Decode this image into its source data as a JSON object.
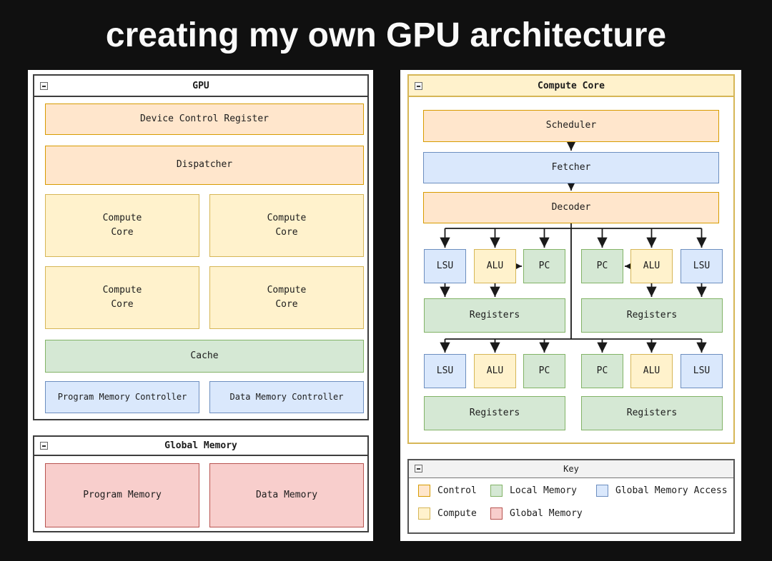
{
  "title": "creating my own GPU architecture",
  "colors": {
    "background": "#101010",
    "title_text": "#fafafa",
    "panel_border_dark": "#3d3d3d",
    "control_fill": "#ffe6cc",
    "control_border": "#d79b00",
    "compute_fill": "#fff2cc",
    "compute_border": "#d6b656",
    "local_memory_fill": "#d5e8d4",
    "local_memory_border": "#82b366",
    "global_memory_access_fill": "#dae8fc",
    "global_memory_access_border": "#6c8ebf",
    "global_memory_fill": "#f8cecc",
    "global_memory_border": "#b85450",
    "arrow": "#1a1a1a"
  },
  "gpu_panel": {
    "title": "GPU",
    "device_control_register": "Device Control Register",
    "dispatcher": "Dispatcher",
    "compute_core": "Compute\nCore",
    "cache": "Cache",
    "program_memory_controller": "Program Memory Controller",
    "data_memory_controller": "Data Memory Controller"
  },
  "global_memory_panel": {
    "title": "Global Memory",
    "program_memory": "Program Memory",
    "data_memory": "Data Memory"
  },
  "compute_core_panel": {
    "title": "Compute Core",
    "scheduler": "Scheduler",
    "fetcher": "Fetcher",
    "decoder": "Decoder",
    "lsu": "LSU",
    "alu": "ALU",
    "pc": "PC",
    "registers": "Registers"
  },
  "key_panel": {
    "title": "Key",
    "items": [
      {
        "label": "Control",
        "fill": "#ffe6cc",
        "border": "#d79b00"
      },
      {
        "label": "Local Memory",
        "fill": "#d5e8d4",
        "border": "#82b366"
      },
      {
        "label": "Global Memory Access",
        "fill": "#dae8fc",
        "border": "#6c8ebf"
      },
      {
        "label": "Compute",
        "fill": "#fff2cc",
        "border": "#d6b656"
      },
      {
        "label": "Global Memory",
        "fill": "#f8cecc",
        "border": "#b85450"
      }
    ]
  }
}
